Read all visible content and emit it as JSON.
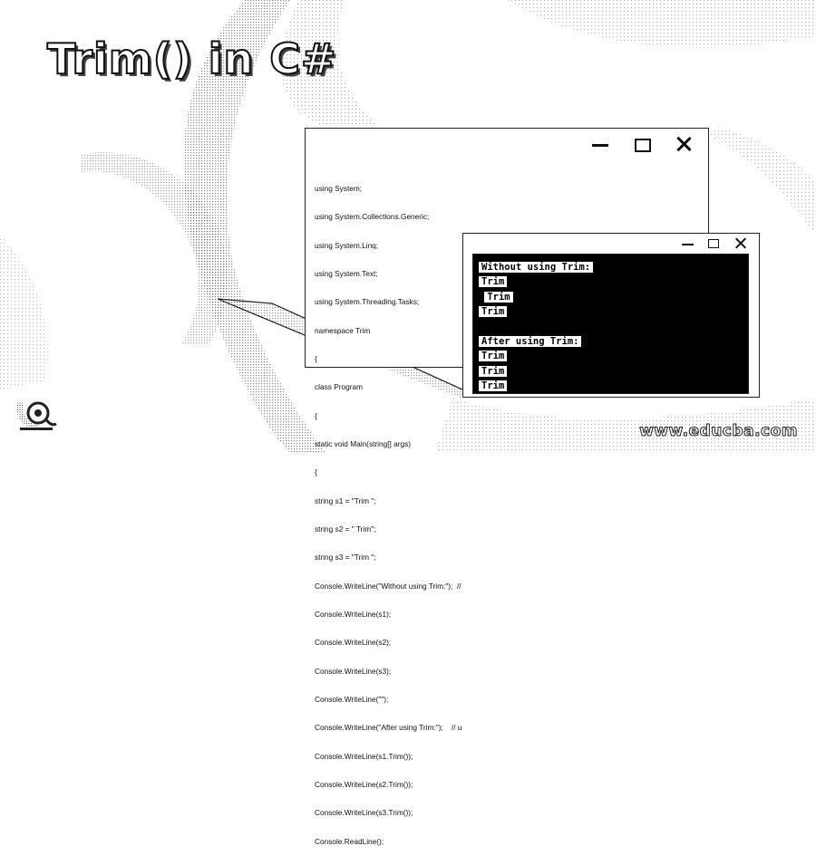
{
  "title": "Trim() in C#",
  "code_window": {
    "lines": [
      "using System;",
      "using System.Collections.Generic;",
      "using System.Linq;",
      "using System.Text;",
      "using System.Threading.Tasks;",
      "namespace Trim",
      "{",
      "class Program",
      "{",
      "static void Main(string[] args)",
      "{",
      "string s1 = \"Trim \";",
      "string s2 = \" Trim\";",
      "string s3 = \"Trim \";",
      "Console.WriteLine(\"Without using Trim:\");  //",
      "Console.WriteLine(s1);",
      "Console.WriteLine(s2);",
      "Console.WriteLine(s3);",
      "Console.WriteLine(\"\");",
      "Console.WriteLine(\"After using Trim:\");    // u",
      "Console.WriteLine(s1.Trim());",
      "Console.WriteLine(s2.Trim());",
      "Console.WriteLine(s3.Trim());",
      "Console.ReadLine();"
    ]
  },
  "console_window": {
    "lines": [
      {
        "text": "Without using Trim:",
        "indent": ""
      },
      {
        "text": "Trim",
        "indent": ""
      },
      {
        "text": "Trim",
        "indent": " "
      },
      {
        "text": "Trim",
        "indent": ""
      },
      {
        "text": "",
        "indent": ""
      },
      {
        "text": "After using Trim:",
        "indent": ""
      },
      {
        "text": "Trim",
        "indent": ""
      },
      {
        "text": "Trim",
        "indent": ""
      },
      {
        "text": "Trim",
        "indent": ""
      }
    ]
  },
  "footer": {
    "website": "www.educba.com"
  },
  "icons": {
    "logo": "educba-logo-icon",
    "minimize": "minimize-icon",
    "maximize": "maximize-icon",
    "close": "close-icon"
  },
  "colors": {
    "background": "#ffffff",
    "console_background": "#000000",
    "text": "#111111"
  }
}
